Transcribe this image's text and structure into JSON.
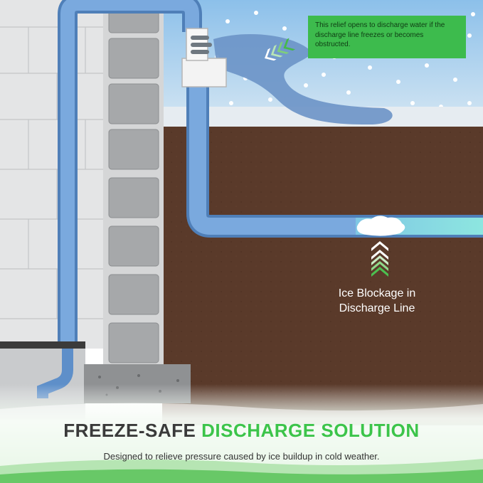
{
  "callout": {
    "relief_text": "This relief opens to discharge water if the discharge line freezes or becomes obstructed."
  },
  "labels": {
    "ice_line1": "Ice Blockage in",
    "ice_line2": "Discharge Line"
  },
  "headline": {
    "part1": "FREEZE-SAFE",
    "part2": "DISCHARGE SOLUTION"
  },
  "subheadline": "Designed to relieve pressure caused by ice buildup in cold weather.",
  "colors": {
    "sky": "#8fc3ea",
    "soil": "#5a3a2a",
    "pipe": "#6f9fd6",
    "accent_green": "#3cc44a",
    "block_gray": "#a7a9ab",
    "wall_gray": "#e4e5e6"
  }
}
